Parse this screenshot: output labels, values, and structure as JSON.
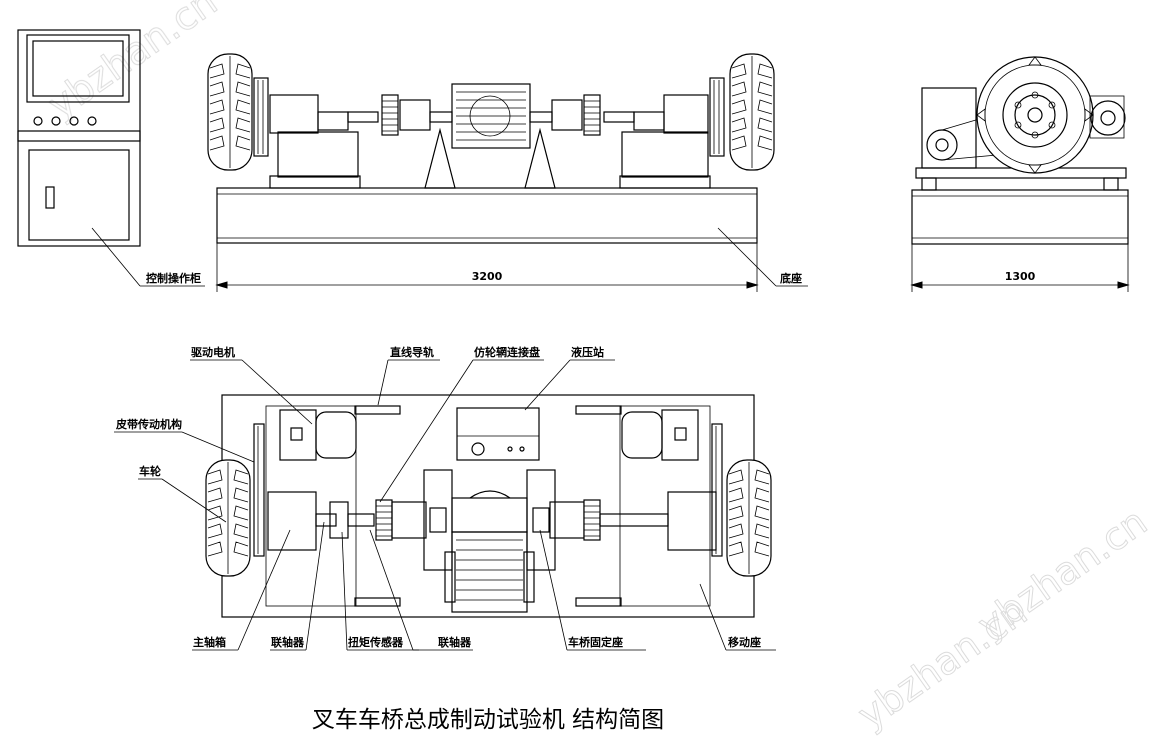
{
  "title": "叉车车桥总成制动试验机 结构简图",
  "watermark": "ybzhan.cn",
  "dimensions": {
    "length": "3200",
    "width": "1300"
  },
  "labels": {
    "control_cabinet": "控制操作柜",
    "base": "底座",
    "drive_motor": "驱动电机",
    "linear_guide": "直线导轨",
    "wheel_rim_flange": "仿轮辋连接盘",
    "hydraulic_station": "液压站",
    "belt_drive": "皮带传动机构",
    "wheel": "车轮",
    "spindle_box": "主轴箱",
    "coupling_left": "联轴器",
    "torque_sensor": "扭矩传感器",
    "coupling_right": "联轴器",
    "axle_fixture": "车桥固定座",
    "moving_base": "移动座"
  },
  "colors": {
    "line": "#000000",
    "background": "#ffffff",
    "watermark": "#d8d8d8"
  }
}
